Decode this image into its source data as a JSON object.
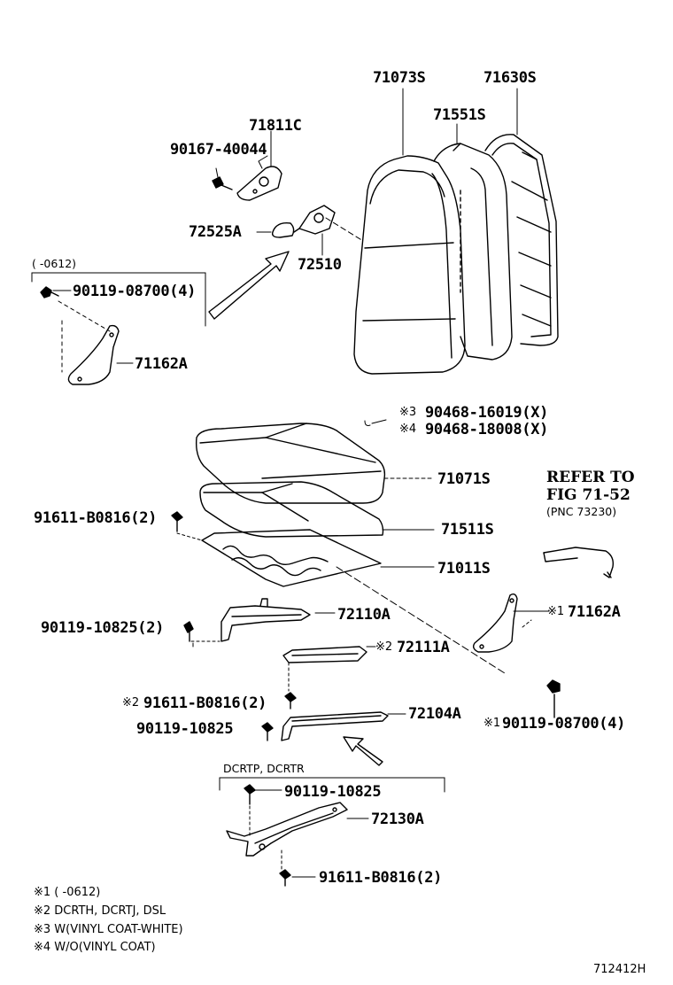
{
  "labels": {
    "p71073S": "71073S",
    "p71630S": "71630S",
    "p71551S": "71551S",
    "p71811C": "71811C",
    "p90167": "90167-40044",
    "p72525A": "72525A",
    "p72510": "72510",
    "bracket_note": "(      -0612)",
    "p90119_08700_4": "90119-08700(4)",
    "p71162A": "71162A",
    "m3": "※3",
    "p90468_16019": "90468-16019(X)",
    "m4": "※4",
    "p90468_18008": "90468-18008(X)",
    "p71071S": "71071S",
    "refer_to": "REFER TO",
    "fig": "FIG 71-52",
    "pnc": "(PNC 73230)",
    "p91611_b0816_2": "91611-B0816(2)",
    "p71511S": "71511S",
    "p71011S": "71011S",
    "p90119_10825_2": "90119-10825(2)",
    "p72110A": "72110A",
    "m1a": "※1",
    "p71162A_b": "71162A",
    "m2a": "※2",
    "p72111A": "72111A",
    "m2b": "※2",
    "p91611_b0816_2b": "91611-B0816(2)",
    "p72104A": "72104A",
    "p90119_10825": "90119-10825",
    "m1b": "※1",
    "p90119_08700_4b": "90119-08700(4)",
    "variant": "DCRTP, DCRTR",
    "p90119_10825b": "90119-10825",
    "p72130A": "72130A",
    "p91611_b0816_2c": "91611-B0816(2)"
  },
  "notes": [
    "※1 (       -0612)",
    "※2 DCRTH, DCRTJ, DSL",
    "※3 W(VINYL COAT-WHITE)",
    "※4 W/O(VINYL COAT)"
  ],
  "figure_id": "712412H"
}
